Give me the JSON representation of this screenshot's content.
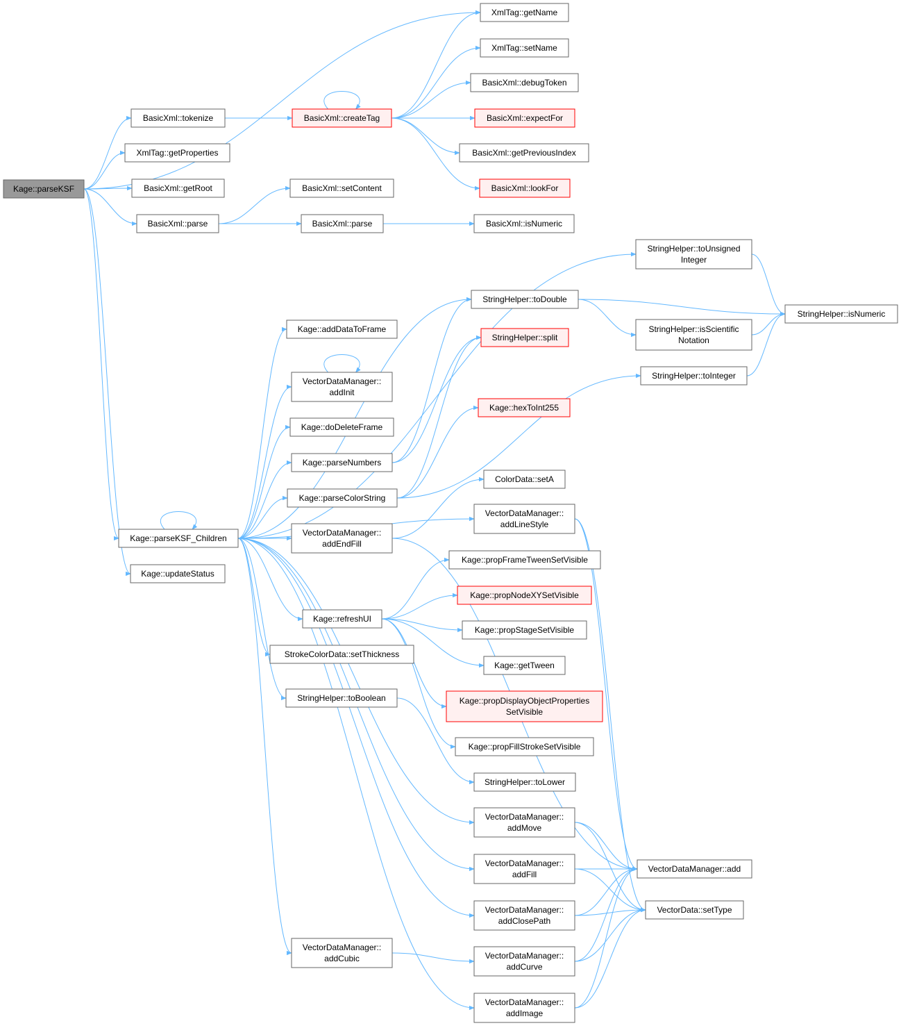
{
  "colors": {
    "edge": "#63b8ff",
    "node_fill": "#ffffff",
    "node_border": "#666666",
    "root_fill": "#999999",
    "root_border": "#666666",
    "warning_fill": "#fff0f0",
    "warning_border": "#ff0000"
  },
  "nodes": [
    {
      "id": "kage_parseksf",
      "lines": [
        "Kage::parseKSF"
      ],
      "style": "root"
    },
    {
      "id": "xmltag_getname",
      "lines": [
        "XmlTag::getName"
      ],
      "style": "normal"
    },
    {
      "id": "xmltag_setname",
      "lines": [
        "XmlTag::setName"
      ],
      "style": "normal"
    },
    {
      "id": "basicxml_debugtoken",
      "lines": [
        "BasicXml::debugToken"
      ],
      "style": "normal"
    },
    {
      "id": "basicxml_tokenize",
      "lines": [
        "BasicXml::tokenize"
      ],
      "style": "normal"
    },
    {
      "id": "basicxml_createtag",
      "lines": [
        "BasicXml::createTag"
      ],
      "style": "warning"
    },
    {
      "id": "basicxml_expectfor",
      "lines": [
        "BasicXml::expectFor"
      ],
      "style": "warning"
    },
    {
      "id": "xmltag_getproperties",
      "lines": [
        "XmlTag::getProperties"
      ],
      "style": "normal"
    },
    {
      "id": "basicxml_getpreviousindex",
      "lines": [
        "BasicXml::getPreviousIndex"
      ],
      "style": "normal"
    },
    {
      "id": "basicxml_getroot",
      "lines": [
        "BasicXml::getRoot"
      ],
      "style": "normal"
    },
    {
      "id": "basicxml_setcontent",
      "lines": [
        "BasicXml::setContent"
      ],
      "style": "normal"
    },
    {
      "id": "basicxml_lookfor",
      "lines": [
        "BasicXml::lookFor"
      ],
      "style": "warning"
    },
    {
      "id": "basicxml_parse_a",
      "lines": [
        "BasicXml::parse"
      ],
      "style": "normal"
    },
    {
      "id": "basicxml_parse_b",
      "lines": [
        "BasicXml::parse"
      ],
      "style": "normal"
    },
    {
      "id": "basicxml_isnumeric",
      "lines": [
        "BasicXml::isNumeric"
      ],
      "style": "normal"
    },
    {
      "id": "sh_tounsignedinteger",
      "lines": [
        "StringHelper::toUnsigned",
        "Integer"
      ],
      "style": "normal"
    },
    {
      "id": "sh_todouble",
      "lines": [
        "StringHelper::toDouble"
      ],
      "style": "normal"
    },
    {
      "id": "sh_isnumeric",
      "lines": [
        "StringHelper::isNumeric"
      ],
      "style": "normal"
    },
    {
      "id": "kage_adddatatoframe",
      "lines": [
        "Kage::addDataToFrame"
      ],
      "style": "normal"
    },
    {
      "id": "sh_isscientificnotation",
      "lines": [
        "StringHelper::isScientific",
        "Notation"
      ],
      "style": "normal"
    },
    {
      "id": "sh_split",
      "lines": [
        "StringHelper::split"
      ],
      "style": "warning"
    },
    {
      "id": "vdm_addinit",
      "lines": [
        "VectorDataManager::",
        "addInit"
      ],
      "style": "normal"
    },
    {
      "id": "sh_tointeger",
      "lines": [
        "StringHelper::toInteger"
      ],
      "style": "normal"
    },
    {
      "id": "kage_hextoint255",
      "lines": [
        "Kage::hexToInt255"
      ],
      "style": "warning"
    },
    {
      "id": "kage_dodeleteframe",
      "lines": [
        "Kage::doDeleteFrame"
      ],
      "style": "normal"
    },
    {
      "id": "kage_parsenumbers",
      "lines": [
        "Kage::parseNumbers"
      ],
      "style": "normal"
    },
    {
      "id": "colordata_seta",
      "lines": [
        "ColorData::setA"
      ],
      "style": "normal"
    },
    {
      "id": "kage_parsecolorstring",
      "lines": [
        "Kage::parseColorString"
      ],
      "style": "normal"
    },
    {
      "id": "vdm_addlinestyle",
      "lines": [
        "VectorDataManager::",
        "addLineStyle"
      ],
      "style": "normal"
    },
    {
      "id": "vdm_addendfill",
      "lines": [
        "VectorDataManager::",
        "addEndFill"
      ],
      "style": "normal"
    },
    {
      "id": "kage_parseksf_children",
      "lines": [
        "Kage::parseKSF_Children"
      ],
      "style": "normal"
    },
    {
      "id": "kage_updatestatus",
      "lines": [
        "Kage::updateStatus"
      ],
      "style": "normal"
    },
    {
      "id": "kage_propframetweensetvisible",
      "lines": [
        "Kage::propFrameTweenSetVisible"
      ],
      "style": "normal"
    },
    {
      "id": "kage_propnodexysetvisible",
      "lines": [
        "Kage::propNodeXYSetVisible"
      ],
      "style": "warning"
    },
    {
      "id": "kage_refreshui",
      "lines": [
        "Kage::refreshUI"
      ],
      "style": "normal"
    },
    {
      "id": "kage_propstagesetvisible",
      "lines": [
        "Kage::propStageSetVisible"
      ],
      "style": "normal"
    },
    {
      "id": "strokecolordata_setthickness",
      "lines": [
        "StrokeColorData::setThickness"
      ],
      "style": "normal"
    },
    {
      "id": "kage_gettween",
      "lines": [
        "Kage::getTween"
      ],
      "style": "normal"
    },
    {
      "id": "sh_toboolean",
      "lines": [
        "StringHelper::toBoolean"
      ],
      "style": "normal"
    },
    {
      "id": "kage_propdisplayobjectpropertiessetvisible",
      "lines": [
        "Kage::propDisplayObjectProperties",
        "SetVisible"
      ],
      "style": "warning"
    },
    {
      "id": "kage_propfillstrokesetvisible",
      "lines": [
        "Kage::propFillStrokeSetVisible"
      ],
      "style": "normal"
    },
    {
      "id": "sh_tolower",
      "lines": [
        "StringHelper::toLower"
      ],
      "style": "normal"
    },
    {
      "id": "vdm_addmove",
      "lines": [
        "VectorDataManager::",
        "addMove"
      ],
      "style": "normal"
    },
    {
      "id": "vdm_add",
      "lines": [
        "VectorDataManager::add"
      ],
      "style": "normal"
    },
    {
      "id": "vdm_addfill",
      "lines": [
        "VectorDataManager::",
        "addFill"
      ],
      "style": "normal"
    },
    {
      "id": "vdm_addclosepath",
      "lines": [
        "VectorDataManager::",
        "addClosePath"
      ],
      "style": "normal"
    },
    {
      "id": "vectordata_settype",
      "lines": [
        "VectorData::setType"
      ],
      "style": "normal"
    },
    {
      "id": "vdm_addcubic",
      "lines": [
        "VectorDataManager::",
        "addCubic"
      ],
      "style": "normal"
    },
    {
      "id": "vdm_addcurve",
      "lines": [
        "VectorDataManager::",
        "addCurve"
      ],
      "style": "normal"
    },
    {
      "id": "vdm_addimage",
      "lines": [
        "VectorDataManager::",
        "addImage"
      ],
      "style": "normal"
    }
  ],
  "edges": [
    [
      "kage_parseksf",
      "xmltag_getname"
    ],
    [
      "kage_parseksf",
      "basicxml_tokenize"
    ],
    [
      "kage_parseksf",
      "xmltag_getproperties"
    ],
    [
      "kage_parseksf",
      "basicxml_getroot"
    ],
    [
      "kage_parseksf",
      "basicxml_parse_a"
    ],
    [
      "kage_parseksf",
      "kage_parseksf_children"
    ],
    [
      "kage_parseksf",
      "kage_updatestatus"
    ],
    [
      "basicxml_tokenize",
      "basicxml_createtag"
    ],
    [
      "basicxml_createtag",
      "basicxml_createtag"
    ],
    [
      "basicxml_createtag",
      "xmltag_getname"
    ],
    [
      "basicxml_createtag",
      "xmltag_setname"
    ],
    [
      "basicxml_createtag",
      "basicxml_debugtoken"
    ],
    [
      "basicxml_createtag",
      "basicxml_expectfor"
    ],
    [
      "basicxml_createtag",
      "basicxml_getpreviousindex"
    ],
    [
      "basicxml_createtag",
      "basicxml_lookfor"
    ],
    [
      "basicxml_parse_a",
      "basicxml_setcontent"
    ],
    [
      "basicxml_parse_a",
      "basicxml_parse_b"
    ],
    [
      "basicxml_parse_b",
      "basicxml_isnumeric"
    ],
    [
      "kage_parseksf_children",
      "kage_parseksf_children"
    ],
    [
      "kage_parseksf_children",
      "sh_tounsignedinteger"
    ],
    [
      "kage_parseksf_children",
      "sh_todouble"
    ],
    [
      "kage_parseksf_children",
      "kage_adddatatoframe"
    ],
    [
      "kage_parseksf_children",
      "vdm_addinit"
    ],
    [
      "kage_parseksf_children",
      "kage_dodeleteframe"
    ],
    [
      "kage_parseksf_children",
      "kage_parsenumbers"
    ],
    [
      "kage_parseksf_children",
      "kage_parsecolorstring"
    ],
    [
      "kage_parseksf_children",
      "vdm_addendfill"
    ],
    [
      "kage_parseksf_children",
      "vdm_addlinestyle"
    ],
    [
      "kage_parseksf_children",
      "kage_refreshui"
    ],
    [
      "kage_parseksf_children",
      "strokecolordata_setthickness"
    ],
    [
      "kage_parseksf_children",
      "sh_toboolean"
    ],
    [
      "kage_parseksf_children",
      "vdm_addmove"
    ],
    [
      "kage_parseksf_children",
      "vdm_addfill"
    ],
    [
      "kage_parseksf_children",
      "vdm_addclosepath"
    ],
    [
      "kage_parseksf_children",
      "vdm_addcubic"
    ],
    [
      "kage_parseksf_children",
      "vdm_addimage"
    ],
    [
      "sh_tounsignedinteger",
      "sh_isnumeric"
    ],
    [
      "sh_todouble",
      "sh_isnumeric"
    ],
    [
      "sh_todouble",
      "sh_isscientificnotation"
    ],
    [
      "sh_isscientificnotation",
      "sh_isnumeric"
    ],
    [
      "sh_tointeger",
      "sh_isnumeric"
    ],
    [
      "vdm_addinit",
      "vdm_addinit"
    ],
    [
      "kage_parsenumbers",
      "sh_todouble"
    ],
    [
      "kage_parsenumbers",
      "sh_split"
    ],
    [
      "kage_parsecolorstring",
      "sh_split"
    ],
    [
      "kage_parsecolorstring",
      "sh_tointeger"
    ],
    [
      "kage_parsecolorstring",
      "kage_hextoint255"
    ],
    [
      "vdm_addendfill",
      "colordata_seta"
    ],
    [
      "vdm_addendfill",
      "vdm_add"
    ],
    [
      "vdm_addlinestyle",
      "vdm_add"
    ],
    [
      "vdm_addlinestyle",
      "vectordata_settype"
    ],
    [
      "kage_refreshui",
      "kage_propframetweensetvisible"
    ],
    [
      "kage_refreshui",
      "kage_propnodexysetvisible"
    ],
    [
      "kage_refreshui",
      "kage_propstagesetvisible"
    ],
    [
      "kage_refreshui",
      "kage_gettween"
    ],
    [
      "kage_refreshui",
      "kage_propdisplayobjectpropertiessetvisible"
    ],
    [
      "kage_refreshui",
      "kage_propfillstrokesetvisible"
    ],
    [
      "sh_toboolean",
      "sh_tolower"
    ],
    [
      "vdm_addmove",
      "vdm_add"
    ],
    [
      "vdm_addmove",
      "vectordata_settype"
    ],
    [
      "vdm_addfill",
      "vdm_add"
    ],
    [
      "vdm_addfill",
      "vectordata_settype"
    ],
    [
      "vdm_addclosepath",
      "vdm_add"
    ],
    [
      "vdm_addclosepath",
      "vectordata_settype"
    ],
    [
      "vdm_addcubic",
      "vdm_addcurve"
    ],
    [
      "vdm_addcurve",
      "vdm_add"
    ],
    [
      "vdm_addcurve",
      "vectordata_settype"
    ],
    [
      "vdm_addimage",
      "vdm_add"
    ],
    [
      "vdm_addimage",
      "vectordata_settype"
    ]
  ]
}
